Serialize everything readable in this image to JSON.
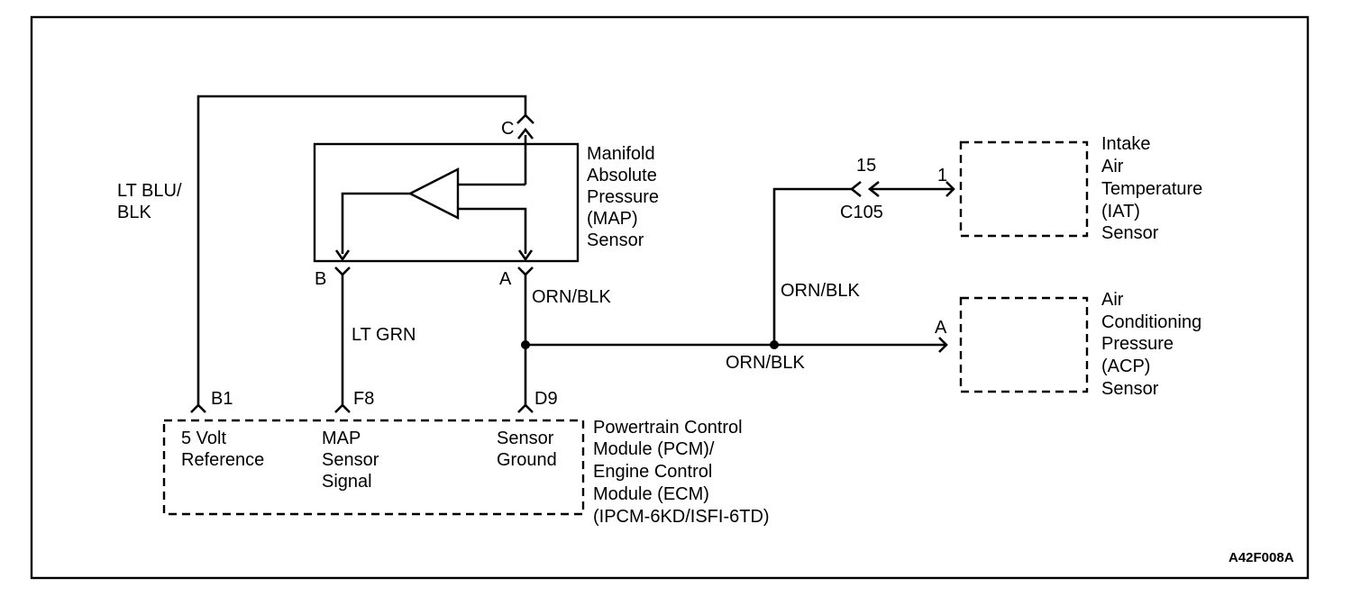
{
  "connectors": {
    "map_c": "C",
    "map_b": "B",
    "map_a": "A",
    "pcm_b1": "B1",
    "pcm_f8": "F8",
    "pcm_d9": "D9",
    "c105_pin": "15",
    "c105_name": "C105",
    "iat_pin": "1",
    "acp_pin": "A"
  },
  "wires": {
    "lt_blu_blk": [
      "LT BLU/",
      "BLK"
    ],
    "lt_grn": "LT GRN",
    "orn_blk_map": "ORN/BLK",
    "orn_blk_c105": "ORN/BLK",
    "orn_blk_acp": "ORN/BLK"
  },
  "components": {
    "map_sensor": [
      "Manifold",
      "Absolute",
      "Pressure",
      "(MAP)",
      "Sensor"
    ],
    "iat_sensor": [
      "Intake",
      "Air",
      "Temperature",
      "(IAT)",
      "Sensor"
    ],
    "acp_sensor": [
      "Air",
      "Conditioning",
      "Pressure",
      "(ACP)",
      "Sensor"
    ],
    "pcm": [
      "Powertrain Control",
      "Module (PCM)/",
      "Engine Control",
      "Module (ECM)",
      "(IPCM-6KD/ISFI-6TD)"
    ]
  },
  "pcm_terminals": {
    "five_volt": [
      "5 Volt",
      "Reference"
    ],
    "map_signal": [
      "MAP",
      "Sensor",
      "Signal"
    ],
    "sensor_ground": [
      "Sensor",
      "Ground"
    ]
  },
  "figure_id": "A42F008A"
}
